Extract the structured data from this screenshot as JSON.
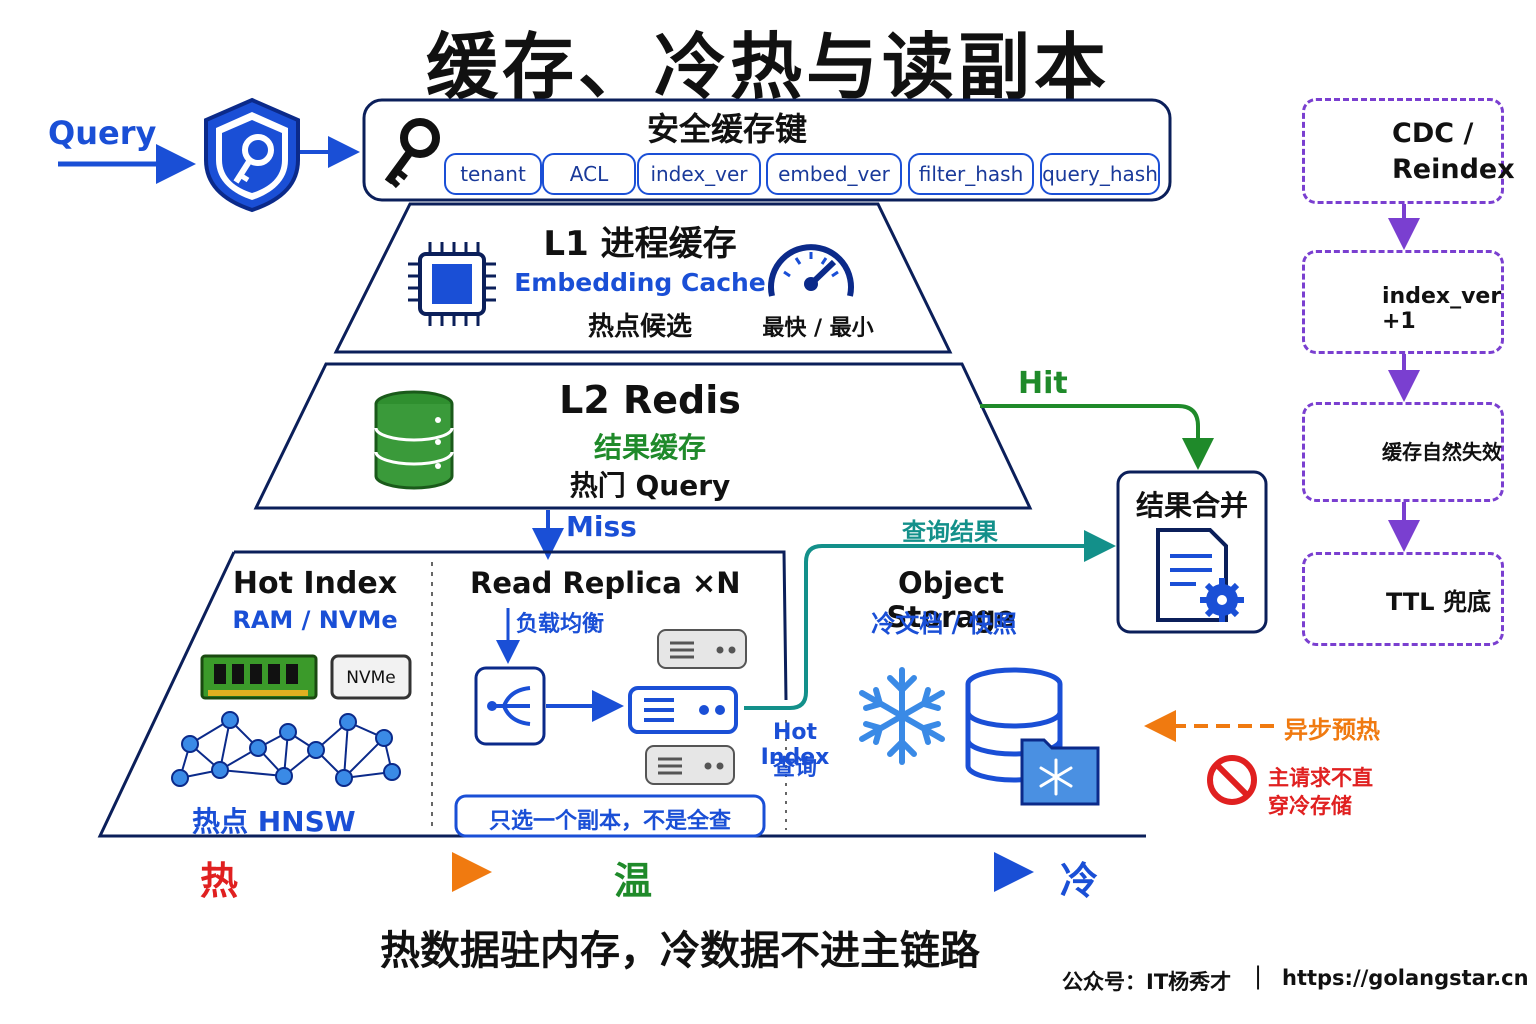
{
  "title": "缓存、冷热与读副本",
  "query_label": "Query",
  "cache_key": {
    "title": "安全缓存键",
    "fields": [
      "tenant",
      "ACL",
      "index_ver",
      "embed_ver",
      "filter_hash",
      "query_hash"
    ]
  },
  "l1": {
    "title": "L1 进程缓存",
    "subtitle": "Embedding Cache",
    "desc": "热点候选",
    "speed": "最快 / 最小"
  },
  "l2": {
    "title": "L2 Redis",
    "subtitle": "结果缓存",
    "desc": "热门 Query"
  },
  "hit_label": "Hit",
  "miss_label": "Miss",
  "query_result_label": "查询结果",
  "merge": {
    "title": "结果合并"
  },
  "hot_index": {
    "title": "Hot Index",
    "subtitle": "RAM / NVMe",
    "nvme_label": "NVMe",
    "caption": "热点 HNSW"
  },
  "read_replica": {
    "title": "Read Replica ×N",
    "lb_label": "负载均衡",
    "note": "只选一个副本，不是全查",
    "hot_index_query": [
      "Hot Index",
      "查询"
    ]
  },
  "object_storage": {
    "title": "Object Storage",
    "subtitle": "冷文档 / 快照"
  },
  "temperature": {
    "hot": "热",
    "warm": "温",
    "cold": "冷"
  },
  "bottom_caption": "热数据驻内存，冷数据不进主链路",
  "footer": {
    "account": "公众号：IT杨秀才",
    "separator": "|",
    "url": "https://golangstar.cn"
  },
  "invalidation": [
    {
      "label": "CDC / Reindex",
      "icon": "pulse-icon"
    },
    {
      "label": "index_ver +1",
      "icon": "refresh-icon"
    },
    {
      "label": "缓存自然失效",
      "icon": "trash-icon"
    },
    {
      "label": "TTL 兜底",
      "icon": "clock-icon"
    }
  ],
  "prewarm": {
    "label": "异步预热"
  },
  "no_cold": {
    "label_lines": [
      "主请求不直",
      "穿冷存储"
    ]
  },
  "colors": {
    "blue": "#1a4fd6",
    "green": "#1f8a2a",
    "teal": "#13908a",
    "red": "#e02020",
    "orange": "#f07a10",
    "purple": "#7a3fd0"
  }
}
